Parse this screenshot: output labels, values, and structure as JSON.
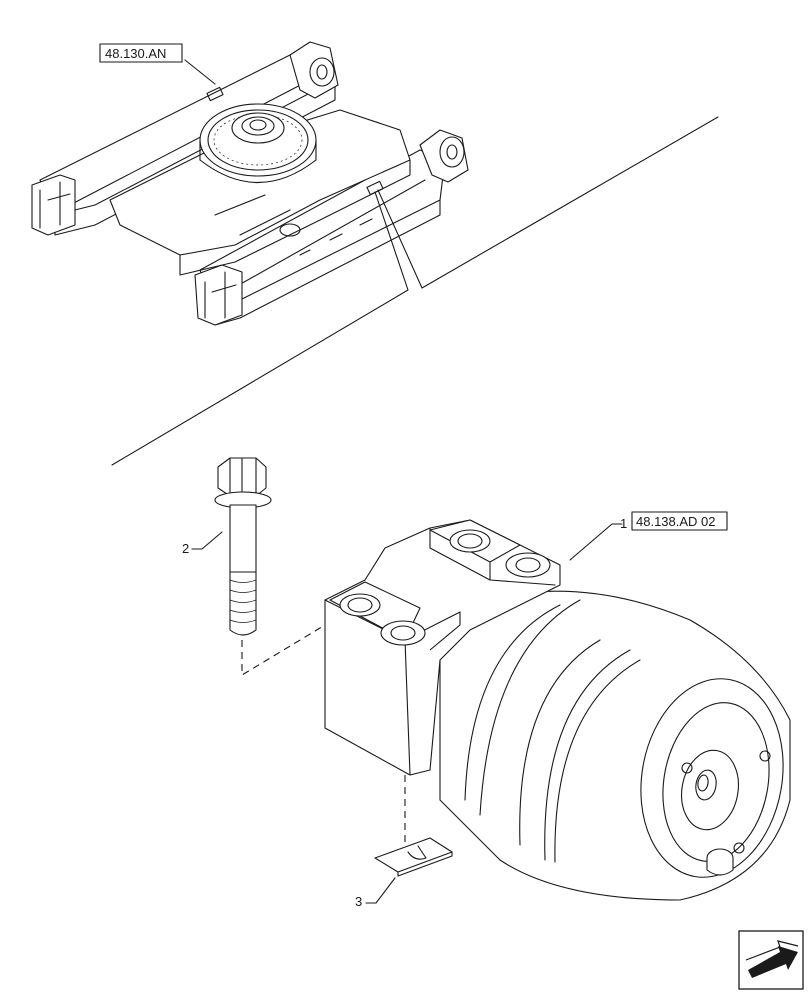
{
  "references": {
    "frame": "48.130.AN",
    "roller": "48.138.AD 02"
  },
  "callouts": [
    {
      "number": "1",
      "part": "track-roller"
    },
    {
      "number": "2",
      "part": "flange-bolt"
    },
    {
      "number": "3",
      "part": "clip-washer"
    }
  ],
  "icons": {
    "nav": "arrow-icon"
  },
  "colors": {
    "line": "#1a1a1a",
    "background": "#ffffff"
  }
}
